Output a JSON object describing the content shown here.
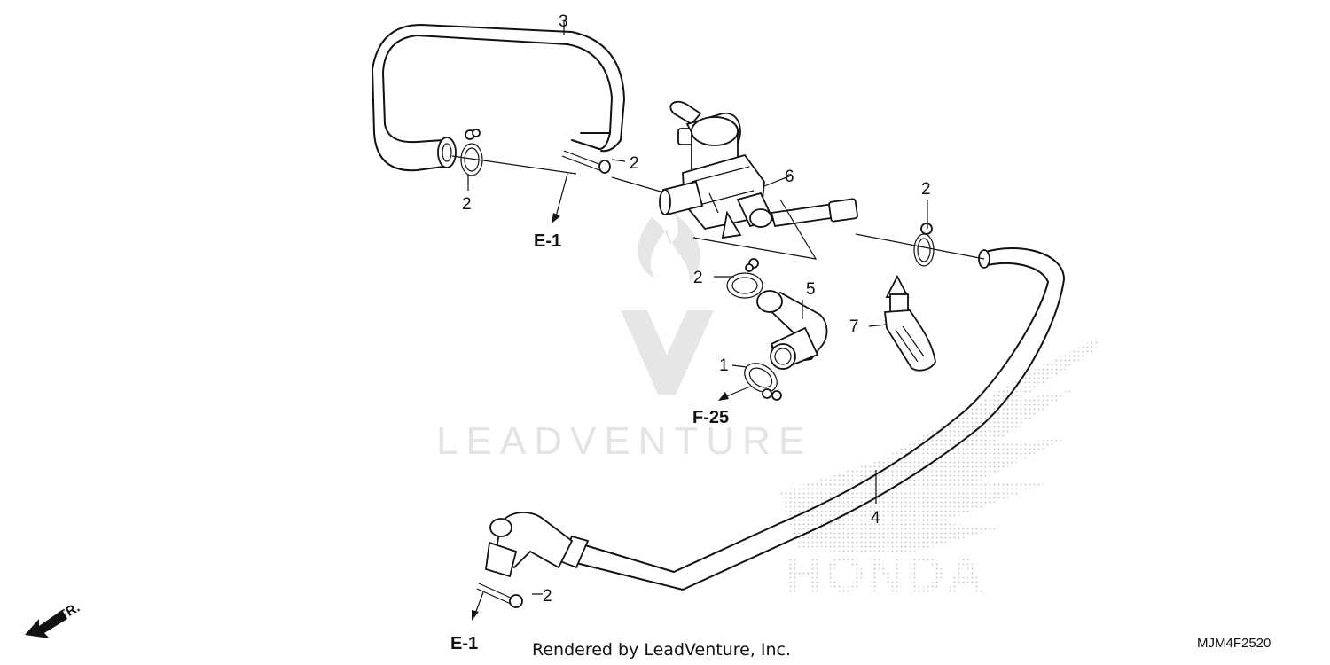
{
  "diagram": {
    "callouts": {
      "c3": "3",
      "c6": "6",
      "c5": "5",
      "c7": "7",
      "c4": "4",
      "c1": "1",
      "c2_left": "2",
      "c2_midtop": "2",
      "c2_right": "2",
      "c2_center": "2",
      "c2_bottom": "2"
    },
    "references": {
      "e1_top": "E-1",
      "f25": "F-25",
      "e1_bottom": "E-1"
    },
    "direction_label": "FR.",
    "watermarks": {
      "leadventure": "LEADVENTURE",
      "honda": "HONDA"
    },
    "footer": {
      "credit": "Rendered by LeadVenture, Inc.",
      "diagram_code": "MJM4F2520"
    }
  }
}
